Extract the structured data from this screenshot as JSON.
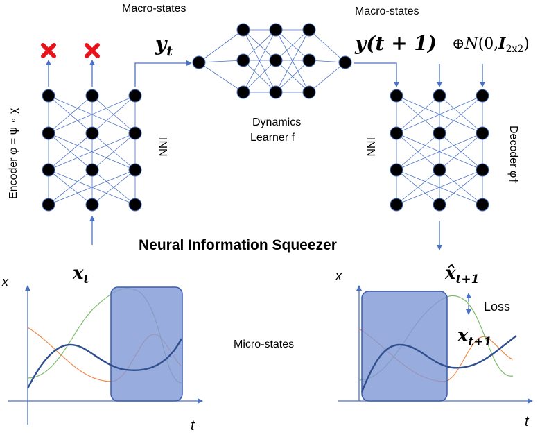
{
  "labels": {
    "macro_states_left": "Macro-states",
    "macro_states_right": "Macro-states",
    "y_t": "y",
    "y_t_sub": "t",
    "y_t1": "y(t + 1)",
    "noise_prefix": "⊕",
    "noise_n": "N",
    "noise_args_open": "(0,",
    "noise_I": "I",
    "noise_I_sub": "2x2",
    "noise_close": ")",
    "encoder": "Encoder φ = ψ ∘ χ",
    "inn_left": "INN",
    "inn_right": "INN",
    "dynamics_line1": "Dynamics",
    "dynamics_line2": "Learner f",
    "decoder": "Decoder φ†",
    "title": "Neural Information Squeezer",
    "x_t": "x",
    "x_t_sub": "t",
    "x_hat": "x̂",
    "x_hat_sub": "t+1",
    "loss": "Loss",
    "x_t1": "x",
    "x_t1_sub": "t+1",
    "micro_states": "Micro-states",
    "axis_x_left": "x",
    "axis_t_left": "t",
    "axis_x_right": "x",
    "axis_t_right": "t"
  },
  "colors": {
    "node": "#000000",
    "edge": "#4a72c4",
    "arrow": "#4a72c4",
    "cross": "#e8141b",
    "window_fill": "#7f97d6",
    "window_stroke": "#3a5bb0",
    "curve_blue": "#2f4f8f",
    "curve_green": "#7dbb6a",
    "curve_orange": "#f08a4b"
  },
  "icons": {
    "dropped": "red-cross-icon"
  }
}
